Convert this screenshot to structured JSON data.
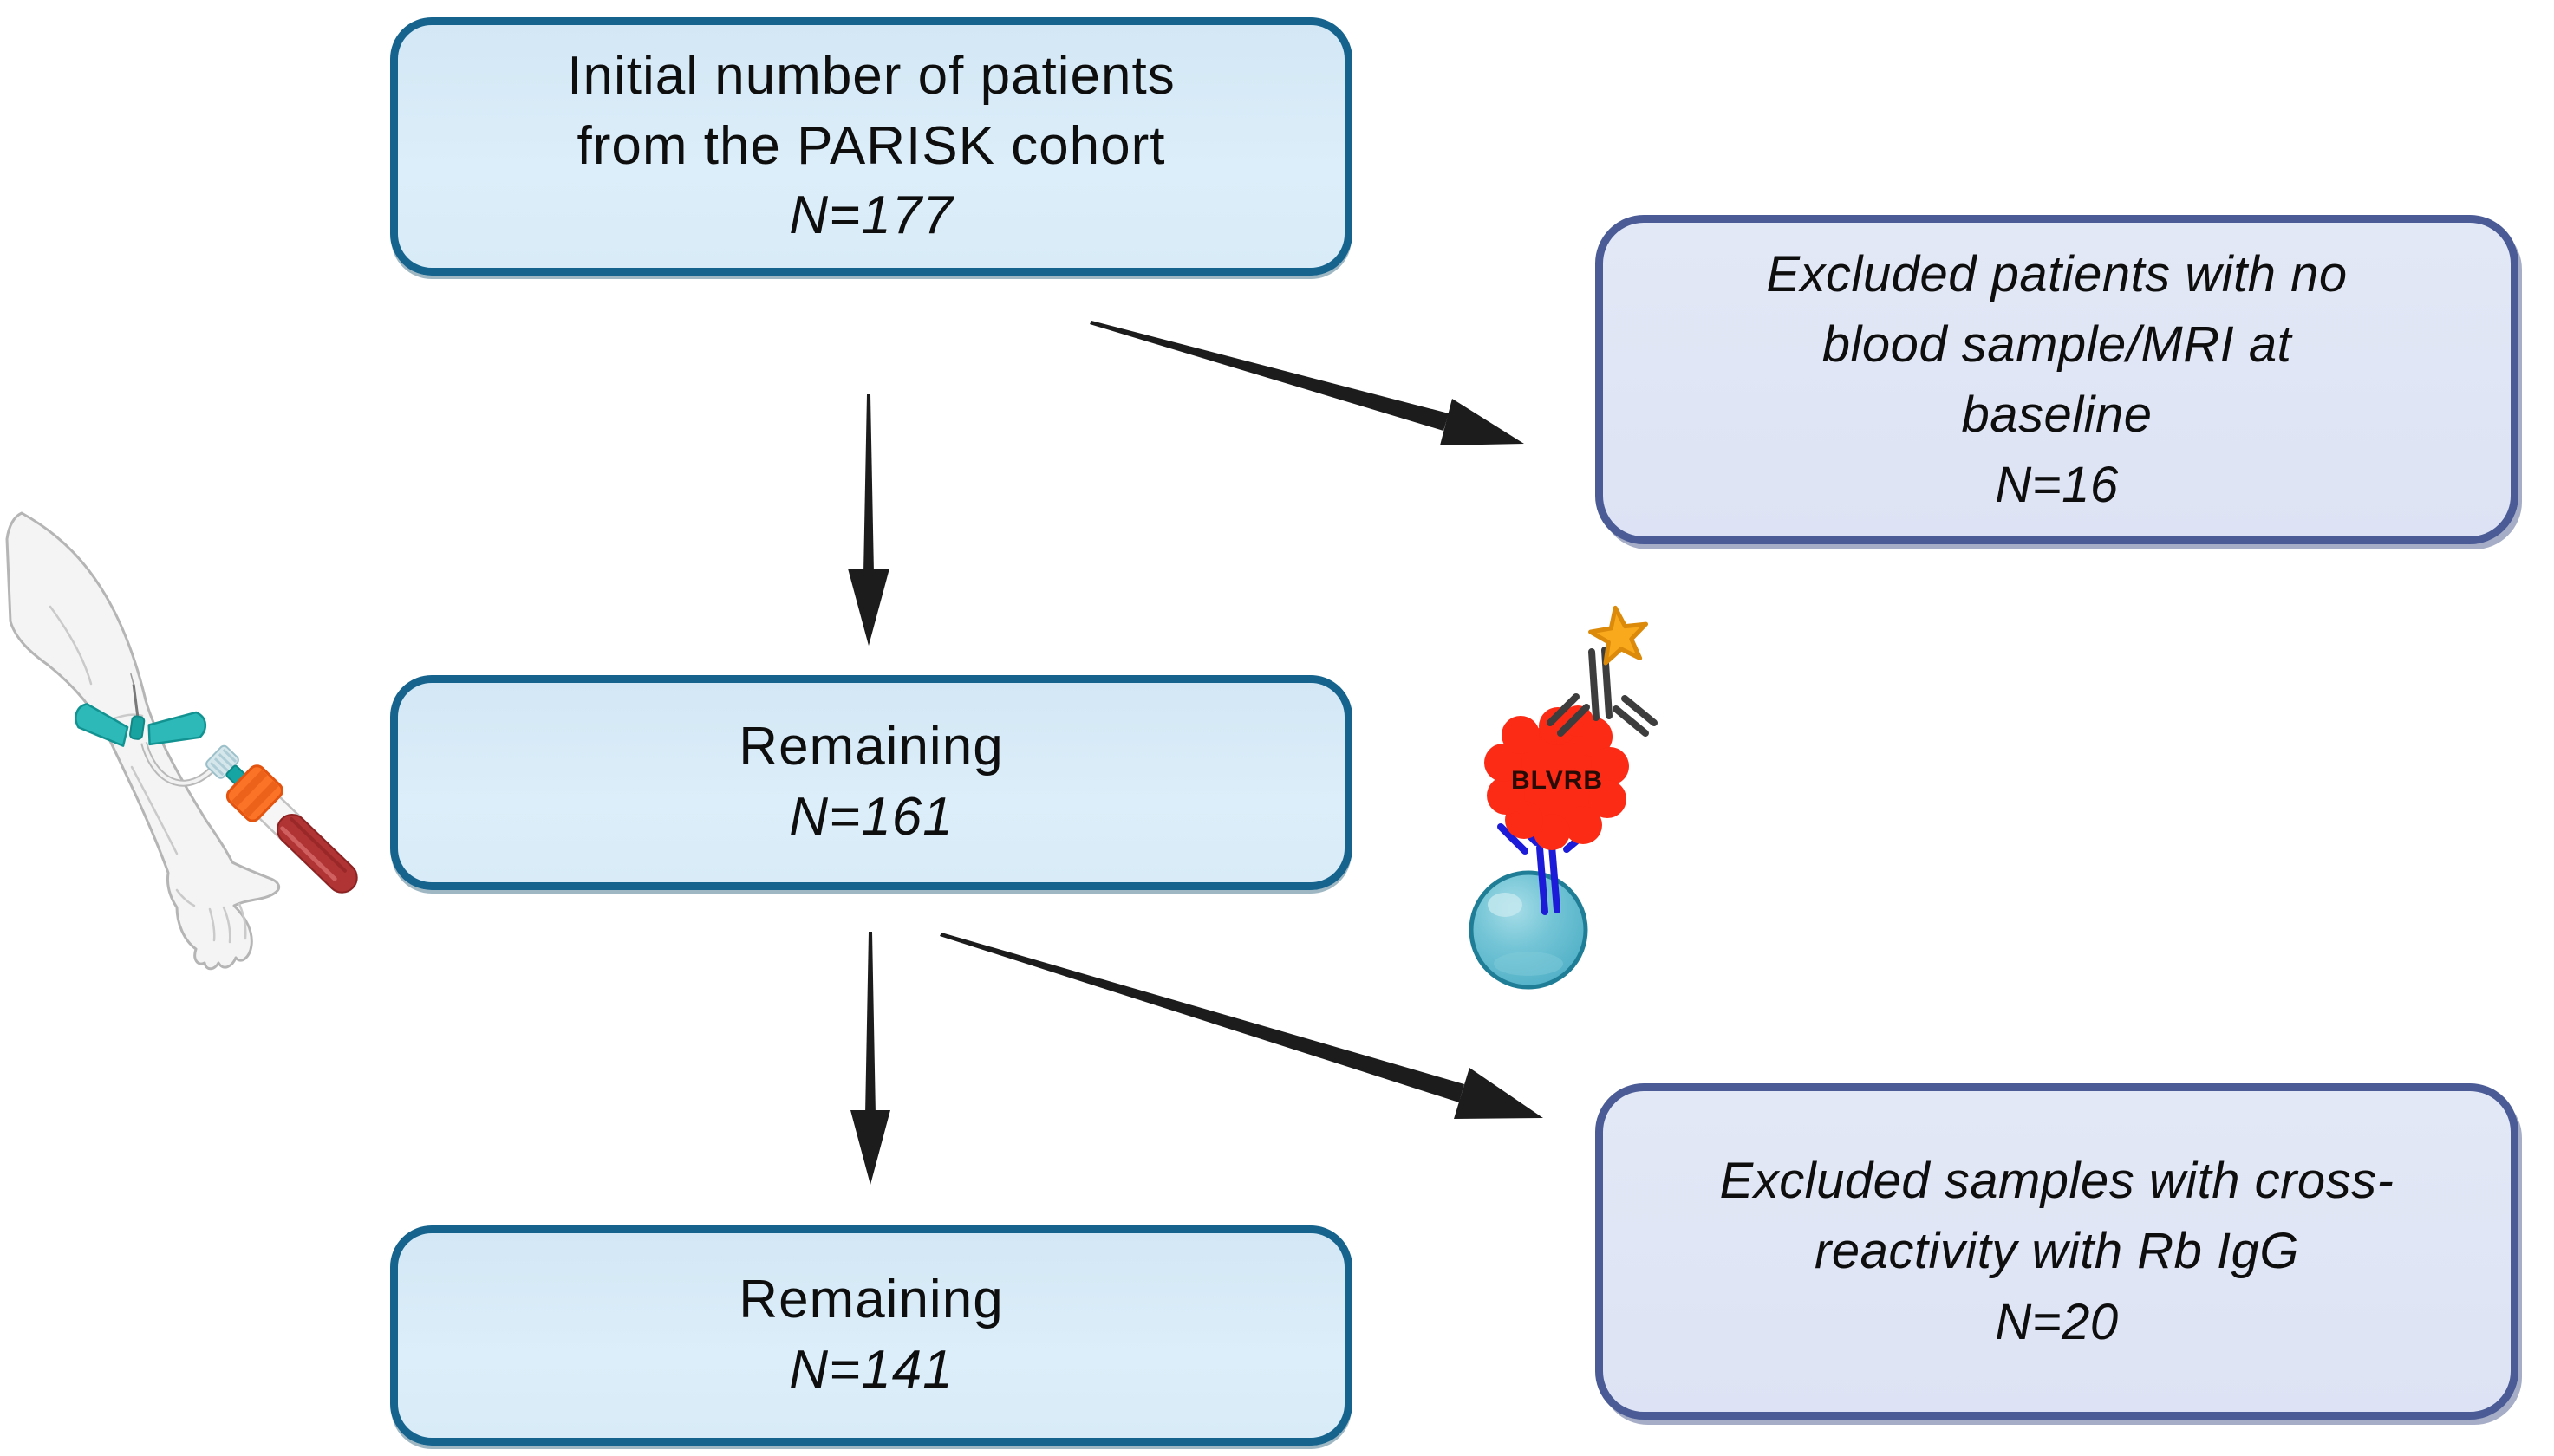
{
  "boxes": {
    "initial": {
      "lines": [
        "Initial number of patients",
        "from the PARISK cohort"
      ],
      "count": "N=177"
    },
    "excluded_baseline": {
      "lines": [
        "Excluded patients with no",
        "blood sample/MRI at",
        "baseline"
      ],
      "count": "N=16"
    },
    "remaining_after_baseline": {
      "lines": [
        "Remaining"
      ],
      "count": "N=161"
    },
    "excluded_cross_reactivity": {
      "lines": [
        "Excluded samples with cross-",
        "reactivity with Rb IgG"
      ],
      "count": "N=20"
    },
    "remaining_final": {
      "lines": [
        "Remaining"
      ],
      "count": "N=141"
    }
  },
  "illustrations": {
    "immunoassay": {
      "protein_label": "BLVRB"
    },
    "icon_names": [
      "blood-draw-arm-icon",
      "butterfly-needle-icon",
      "blood-collection-tube-icon",
      "bead-icon",
      "capture-antibody-icon",
      "blvrb-protein-icon",
      "detection-antibody-icon",
      "star-label-icon",
      "down-arrow",
      "diagonal-arrow"
    ]
  },
  "colors": {
    "background": "#ffffff",
    "main_box_fill": "#d8eaf6",
    "main_box_border": "#16648e",
    "side_box_fill": "#e1e6f5",
    "side_box_border": "#4a5b96",
    "text": "#0e0e0e",
    "arrow": "#1c1c1c",
    "protein_red": "#fb2b15",
    "antibody_blue": "#1c1cd8",
    "antibody_dark": "#3d3d3d",
    "bead_teal": "#64bfd3",
    "star_orange": "#f9a91c",
    "needle_teal": "#2cb9b7",
    "holder_orange": "#fb7326",
    "blood_red": "#b03434"
  }
}
